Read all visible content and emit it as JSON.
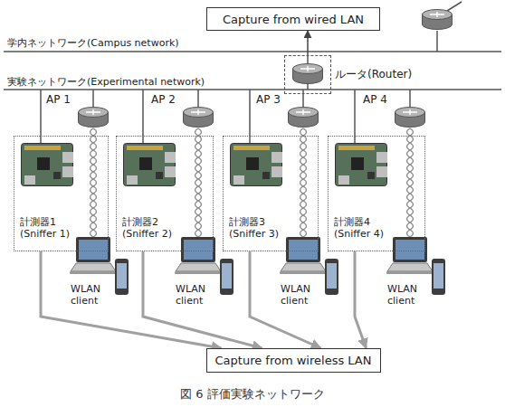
{
  "diagram": {
    "caption": "図 6 評価実験ネットワーク",
    "nodes": [
      {
        "text": [
          "Capture from wired LAN"
        ]
      },
      {
        "text": [
          "ルータ(Router)"
        ]
      },
      {
        "text": [
          "計測器1 (Sniffer 1)"
        ]
      },
      {
        "text": [
          "計測器2 (Sniffer 2)"
        ]
      },
      {
        "text": [
          "計測器3 (Sniffer 3)"
        ]
      },
      {
        "text": [
          "計測器4 (Sniffer 4)"
        ]
      },
      {
        "text": [
          "Capture from wireless LAN"
        ]
      }
    ],
    "edges": [
      {
        "from": 1,
        "to": 0,
        "arrow": "to"
      },
      {
        "from": 2,
        "to": 6,
        "arrow": "to"
      },
      {
        "from": 3,
        "to": 6,
        "arrow": "to"
      },
      {
        "from": 4,
        "to": 6,
        "arrow": "to"
      },
      {
        "from": 5,
        "to": 6,
        "arrow": "to"
      }
    ],
    "labels": [
      "学内ネットワーク(Campus network)",
      "実験ネットワーク(Experimental network)",
      "AP 1",
      "AP 2",
      "AP 3",
      "AP 4",
      "WLAN client",
      "WLAN client",
      "WLAN client",
      "WLAN client"
    ]
  }
}
